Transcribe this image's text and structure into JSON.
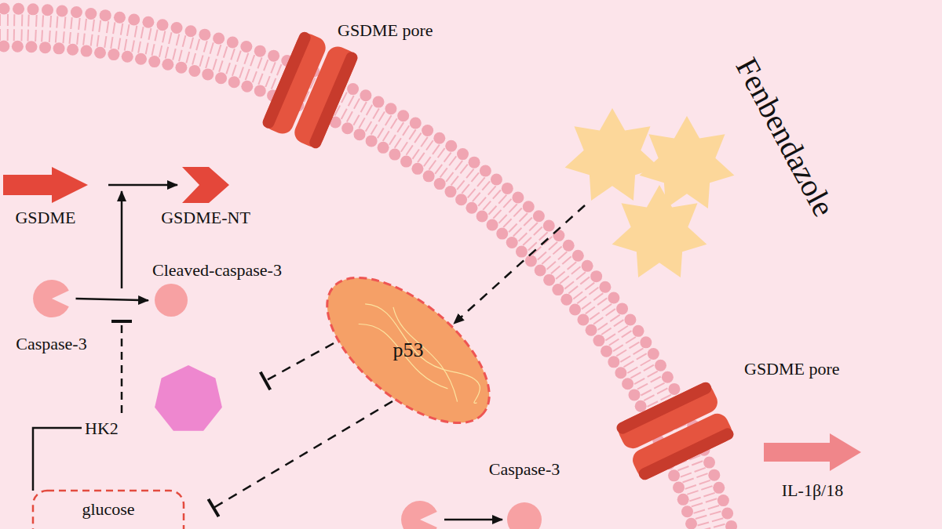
{
  "diagram": {
    "nodes": [
      {
        "text": [
          "GSDME"
        ]
      },
      {
        "text": [
          "GSDME-NT"
        ]
      },
      {
        "text": [
          "Fenbendazole"
        ]
      },
      {
        "text": [
          "Cleaved-caspase-3"
        ]
      },
      {
        "text": [
          "Caspase-3"
        ]
      },
      {
        "text": [
          "p53"
        ]
      },
      {
        "text": [
          "IL-1β/18"
        ]
      },
      {
        "text": [
          "glucose"
        ]
      }
    ],
    "edges": [
      {
        "from": 0,
        "to": 1,
        "arrow": "to"
      },
      {
        "from": 4,
        "to": 3,
        "arrow": "to"
      },
      {
        "from": 2,
        "to": 5,
        "arrow": "to"
      },
      {
        "from": 5,
        "to": 7,
        "arrow": "to"
      }
    ],
    "labels": [
      "GSDME pore",
      "GSDME pore",
      "HK2",
      "Caspase-3"
    ]
  }
}
